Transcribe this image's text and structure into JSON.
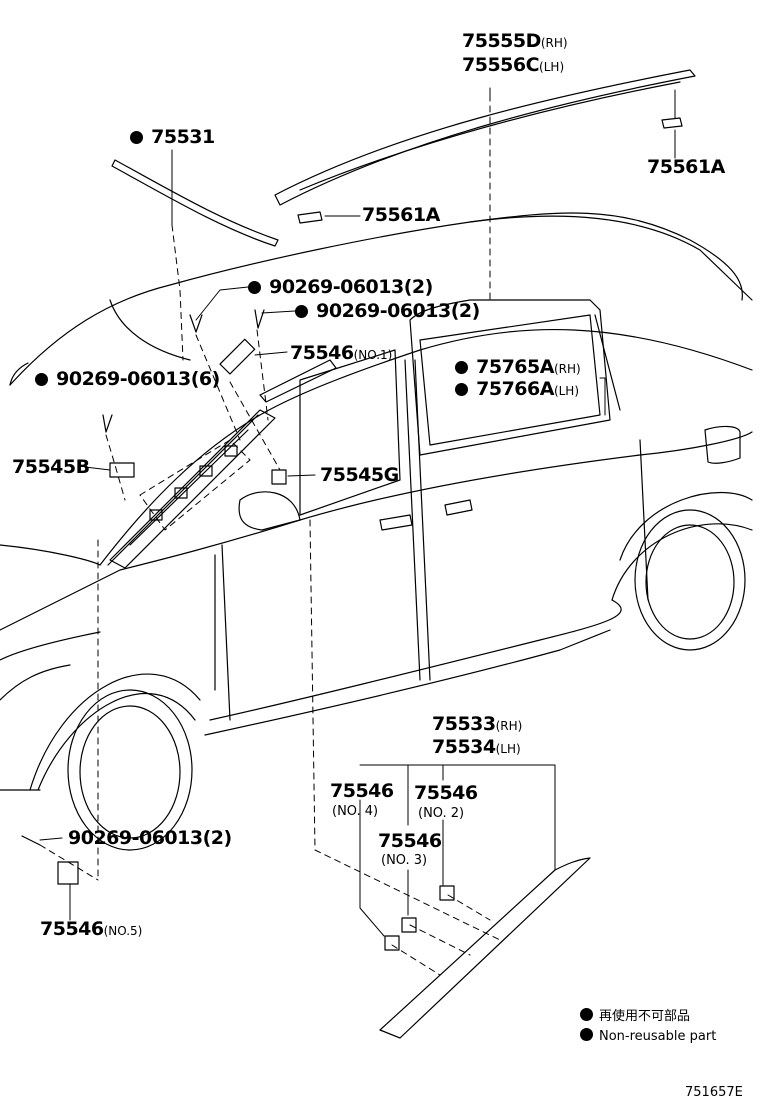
{
  "parts": {
    "roof_molding": {
      "number": "75555D",
      "rh": "(RH)",
      "number2": "75556C",
      "lh": "(LH)"
    },
    "clip_75561a_rear": {
      "number": "75561A"
    },
    "clip_75561a_front": {
      "number": "75561A"
    },
    "windshield_molding": {
      "number": "75531",
      "nonreusable": true
    },
    "screw_a": {
      "number": "90269-06013",
      "qty": "(2)",
      "nonreusable": true
    },
    "screw_b": {
      "number": "90269-06013",
      "qty": "(2)",
      "nonreusable": true
    },
    "screw_c": {
      "number": "90269-06013",
      "qty": "(6)",
      "nonreusable": true
    },
    "clip_75546_no1": {
      "number": "75546",
      "sub": "(NO.1)"
    },
    "window_molding": {
      "number": "75765A",
      "rh": "(RH)",
      "number2": "75766A",
      "lh": "(LH)",
      "nonreusable": true
    },
    "clip_75545b": {
      "number": "75545B"
    },
    "clip_75545g": {
      "number": "75545G"
    },
    "rocker_molding": {
      "number": "75533",
      "rh": "(RH)",
      "number2": "75534",
      "lh": "(LH)"
    },
    "clip_75546_no4": {
      "number": "75546",
      "sub": "(NO. 4)"
    },
    "clip_75546_no2": {
      "number": "75546",
      "sub": "(NO. 2)"
    },
    "clip_75546_no3": {
      "number": "75546",
      "sub": "(NO. 3)"
    },
    "screw_d": {
      "number": "90269-06013",
      "qty": "(2)"
    },
    "clip_75546_no5": {
      "number": "75546",
      "sub": "(NO.5)"
    }
  },
  "legend": {
    "jp": "再使用不可部品",
    "en": "Non-reusable part"
  },
  "drawing_ref": "751657E"
}
